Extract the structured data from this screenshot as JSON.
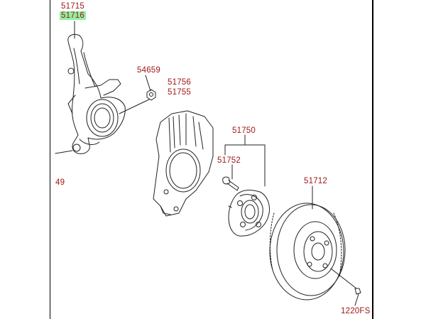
{
  "labels": {
    "knuckle_a": "51715",
    "knuckle_b": "51716",
    "nut": "54659",
    "shield_a": "51756",
    "shield_b": "51755",
    "hub_assy": "51750",
    "hub_bolt": "51752",
    "disc": "51712",
    "disc_screw": "1220FS",
    "side_ref": "49"
  },
  "colors": {
    "label_text": "#a01818",
    "highlight": "#8ff0a0",
    "line": "#222222"
  }
}
